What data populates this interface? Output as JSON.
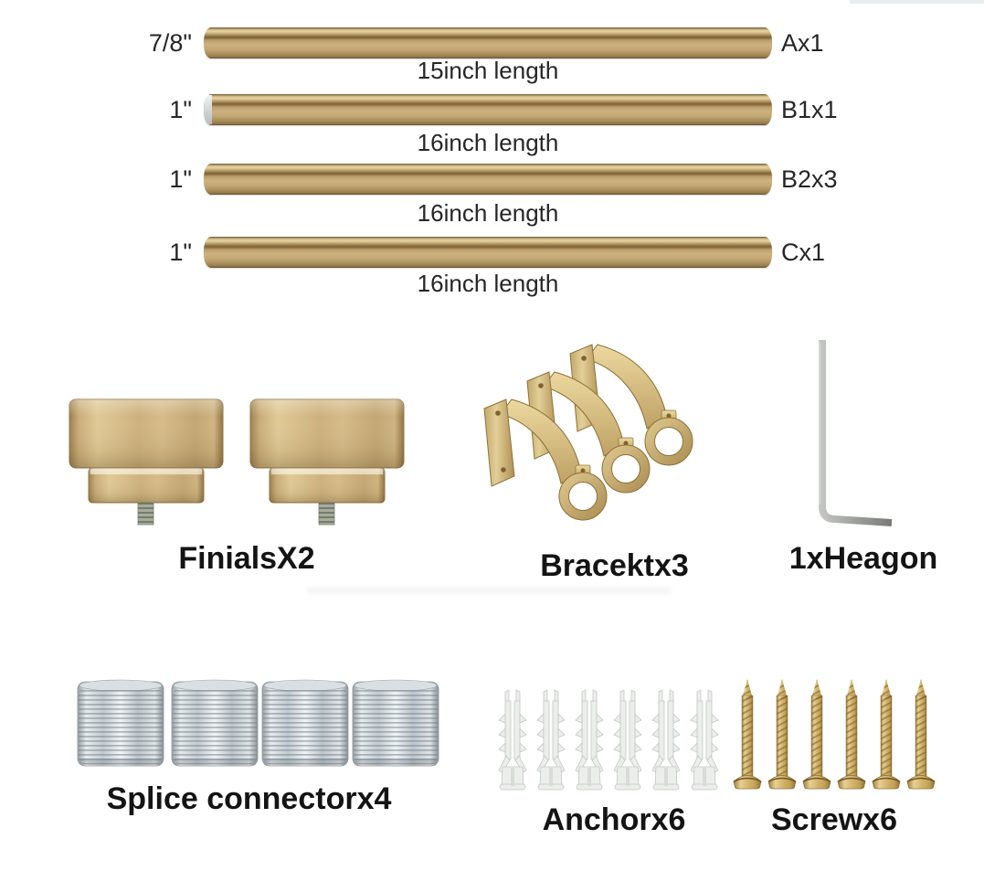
{
  "rods": [
    {
      "size": "7/8\"",
      "code": "Ax1",
      "length": "15inch length"
    },
    {
      "size": "1\"",
      "code": "B1x1",
      "length": "16inch length"
    },
    {
      "size": "1\"",
      "code": "B2x3",
      "length": "16inch length"
    },
    {
      "size": "1\"",
      "code": "Cx1",
      "length": "16inch length"
    }
  ],
  "parts": {
    "finials": {
      "label": "FinialsX2",
      "count": 2
    },
    "brackets": {
      "label": "Bracektx3",
      "count": 3
    },
    "hex_key": {
      "label": "1xHeagon",
      "count": 1
    },
    "splice_connectors": {
      "label": "Splice connectorx4",
      "count": 4
    },
    "anchors": {
      "label": "Anchorx6",
      "count": 6
    },
    "screws": {
      "label": "Screwx6",
      "count": 6
    }
  },
  "colors": {
    "rod_gold": "#c9ad7c",
    "finial_gold": "#cdb17d",
    "bracket_gold": "#d6b96f",
    "screw_gold": "#d3b369",
    "connector_silver": "#c9d1d6",
    "anchor_white": "#eceeec",
    "hex_key_gray": "#8d908c",
    "text": "#262626",
    "background": "#ffffff"
  }
}
